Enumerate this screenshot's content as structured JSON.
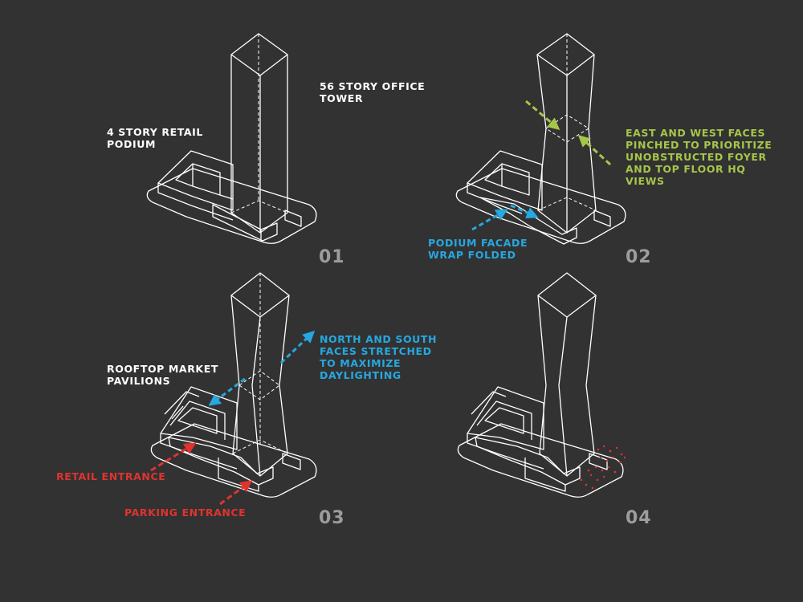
{
  "colors": {
    "background": "#323232",
    "line": "#ffffff",
    "green": "#a6c64a",
    "blue": "#26a8e0",
    "red": "#e0332f",
    "step_number": "#9c9c9c"
  },
  "panels": [
    {
      "step": "01",
      "labels": [
        "56 STORY OFFICE\nTOWER",
        "4 STORY RETAIL\nPODIUM"
      ]
    },
    {
      "step": "02",
      "labels": [
        "EAST AND WEST FACES\nPINCHED TO PRIORITIZE\nUNOBSTRUCTED FOYER\nAND TOP FLOOR HQ\nVIEWS",
        "PODIUM FACADE\nWRAP FOLDED"
      ]
    },
    {
      "step": "03",
      "labels": [
        "NORTH AND SOUTH\nFACES STRETCHED\nTO MAXIMIZE\nDAYLIGHTING",
        "ROOFTOP MARKET\nPAVILIONS",
        "RETAIL ENTRANCE",
        "PARKING ENTRANCE"
      ]
    },
    {
      "step": "04",
      "labels": []
    }
  ]
}
